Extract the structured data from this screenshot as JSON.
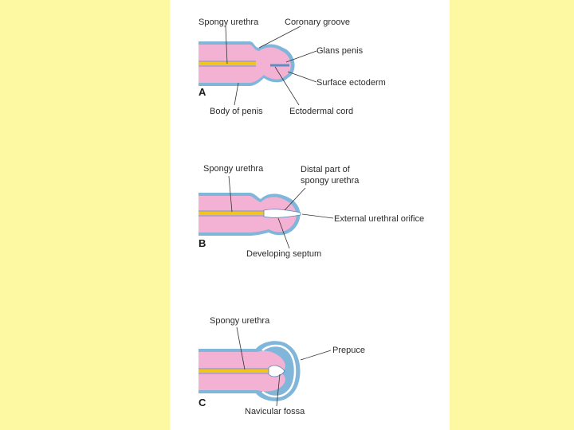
{
  "colors": {
    "slide_background": "#fdf9a3",
    "figure_background": "#ffffff",
    "tissue_pink": "#f3b2d3",
    "ectoderm_blue": "#7fb6da",
    "urethra_yellow": "#f2c51e"
  },
  "panel_a": {
    "letter": "A",
    "spongy_urethra": "Spongy urethra",
    "coronary_groove": "Coronary groove",
    "glans_penis": "Glans penis",
    "surface_ectoderm": "Surface ectoderm",
    "body_of_penis": "Body of penis",
    "ectodermal_cord": "Ectodermal cord"
  },
  "panel_b": {
    "letter": "B",
    "spongy_urethra": "Spongy urethra",
    "distal_part_line1": "Distal part of",
    "distal_part_line2": "spongy urethra",
    "external_urethral_orifice": "External urethral orifice",
    "developing_septum": "Developing septum"
  },
  "panel_c": {
    "letter": "C",
    "spongy_urethra": "Spongy urethra",
    "prepuce": "Prepuce",
    "navicular_fossa": "Navicular fossa"
  }
}
